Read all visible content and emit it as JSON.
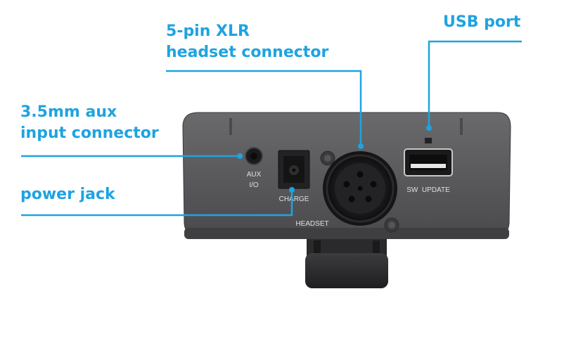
{
  "callouts": {
    "xlr": {
      "line1": "5-pin XLR",
      "line2": "headset connector"
    },
    "usb": {
      "line1": "USB port"
    },
    "aux": {
      "line1": "3.5mm aux",
      "line2": "input connector"
    },
    "power": {
      "line1": "power jack"
    }
  },
  "device_labels": {
    "aux_line1": "AUX",
    "aux_line2": "I/O",
    "charge": "CHARGE",
    "headset": "HEADSET",
    "sw_update": "SW  UPDATE"
  },
  "colors": {
    "accent": "#1fa3e0",
    "device_body": "#5b5b5e",
    "device_dark": "#2b2b2d"
  },
  "icons": [
    "xlr-connector-icon",
    "usb-port-icon",
    "dc-power-jack-icon",
    "aux-jack-icon",
    "screw-icon"
  ]
}
